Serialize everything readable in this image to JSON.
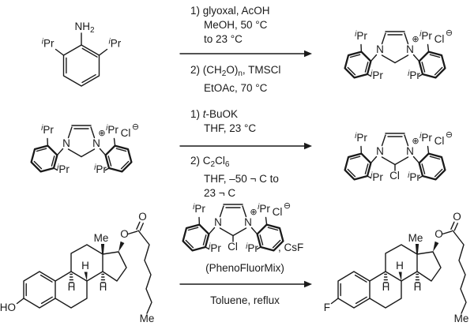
{
  "colors": {
    "ink": "#1a1a1a",
    "background": "#ffffff"
  },
  "atoms": {
    "N": "N",
    "Cl": "Cl",
    "O": "O",
    "H": "H",
    "Me": "Me",
    "HO": "HO",
    "F": "F",
    "plus": "⊕",
    "minus": "⊖",
    "iPr": [
      {
        "t": "i",
        "i": true,
        "sup": true
      },
      {
        "t": "Pr"
      }
    ],
    "NH2": [
      {
        "t": "NH"
      },
      {
        "t": "2",
        "sub": true
      }
    ]
  },
  "scheme": {
    "row1": {
      "above": [
        "1) glyoxal, AcOH",
        "MeOH, 50 °C",
        "to 23 °C"
      ],
      "below": [
        [
          {
            "t": "2) (CH"
          },
          {
            "t": "2",
            "sub": true
          },
          {
            "t": "O)"
          },
          {
            "t": "n",
            "sub": true
          },
          {
            "t": ", TMSCl"
          }
        ],
        "EtOAc, 70 °C"
      ]
    },
    "row2": {
      "above": [
        [
          {
            "t": "1) "
          },
          {
            "t": "t",
            "i": true
          },
          {
            "t": "-BuOK"
          }
        ],
        "THF, 23 °C"
      ],
      "below": [
        [
          {
            "t": "2) C"
          },
          {
            "t": "2",
            "sub": true
          },
          {
            "t": "Cl"
          },
          {
            "t": "6",
            "sub": true
          }
        ],
        "THF, –50 ¬ C  to",
        "23 ¬ C"
      ]
    },
    "row3": {
      "cesium_fluoride": ", CsF",
      "reagent_mix": "(PhenoFluorMix)",
      "conditions": "Toluene, reflux"
    }
  }
}
